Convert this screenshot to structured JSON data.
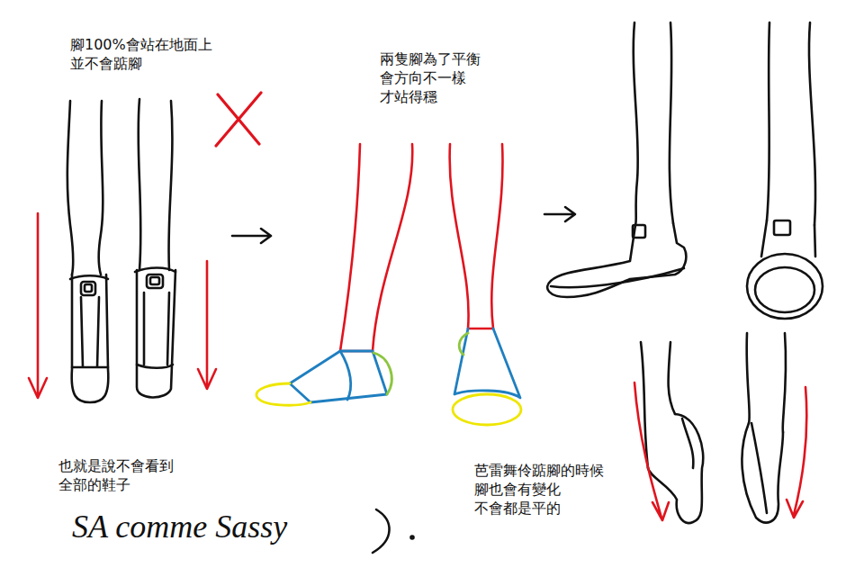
{
  "diagram": {
    "labels": [
      "腳100%會站在地面上 並不會踮腳",
      "兩隻腳為了平衡 會方向不一樣 才站得穩",
      "也就是說不會看到 全部的鞋子",
      "芭雷舞伶踮腳的時候 腳也會有變化 不會都是平的",
      "SA comme Sassy"
    ]
  }
}
